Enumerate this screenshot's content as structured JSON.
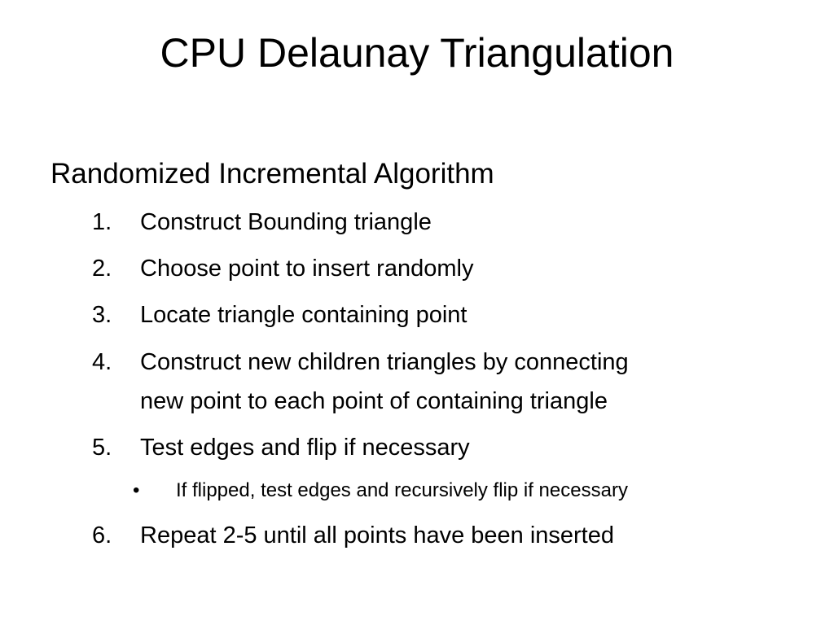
{
  "slide": {
    "title": "CPU Delaunay Triangulation",
    "heading": "Randomized Incremental Algorithm",
    "steps": [
      {
        "number": "1.",
        "text": "Construct Bounding triangle"
      },
      {
        "number": "2.",
        "text": "Choose point to insert randomly"
      },
      {
        "number": "3.",
        "text": "Locate triangle containing point"
      },
      {
        "number": "4.",
        "text": "Construct new children triangles by connecting",
        "text_line2": "new point to each point of containing triangle"
      },
      {
        "number": "5.",
        "text": "Test edges and flip if necessary"
      },
      {
        "number": "6.",
        "text": "Repeat 2-5 until all points have been inserted"
      }
    ],
    "sub_bullet": {
      "bullet": "•",
      "text": "If flipped, test edges and recursively flip if necessary"
    }
  }
}
